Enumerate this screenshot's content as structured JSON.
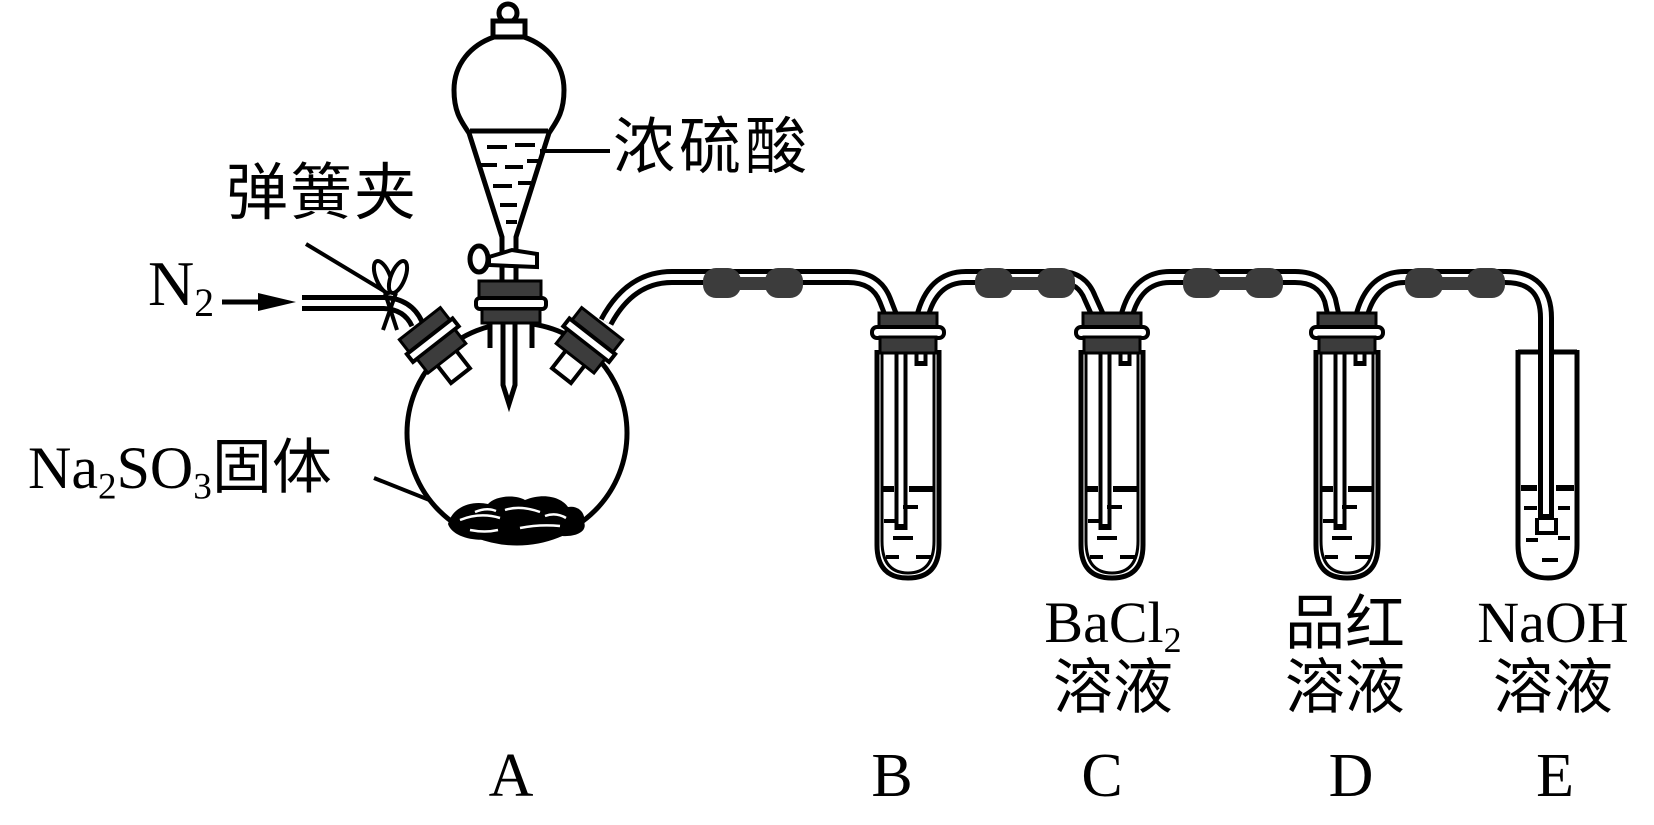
{
  "labels": {
    "spring_clamp": "弹簧夹",
    "n2": {
      "base": "N",
      "sub": "2"
    },
    "acid": "浓硫酸",
    "solid": {
      "p1": "Na",
      "s1": "2",
      "p2": "SO",
      "s2": "3",
      "p3": "固体"
    },
    "tube_c": {
      "line1_base": "BaCl",
      "line1_sub": "2",
      "line2": "溶液"
    },
    "tube_d": {
      "line1": "品红",
      "line2": "溶液"
    },
    "tube_e": {
      "line1": "NaOH",
      "line2": "溶液"
    },
    "letters": {
      "a": "A",
      "b": "B",
      "c": "C",
      "d": "D",
      "e": "E"
    }
  },
  "colors": {
    "ink": "#000000",
    "stopper": "#3c3c3c",
    "connector": "#3c3c3c",
    "background": "#ffffff"
  }
}
